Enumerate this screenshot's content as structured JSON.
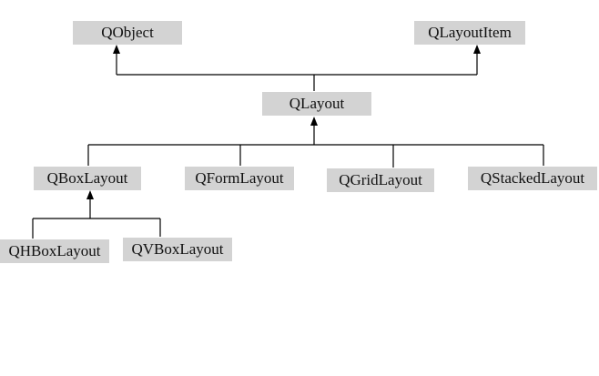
{
  "diagram": {
    "type": "class-hierarchy",
    "nodes": {
      "qobject": "QObject",
      "qlayoutitem": "QLayoutItem",
      "qlayout": "QLayout",
      "qboxlayout": "QBoxLayout",
      "qformlayout": "QFormLayout",
      "qgridlayout": "QGridLayout",
      "qstackedlayout": "QStackedLayout",
      "qhboxlayout": "QHBoxLayout",
      "qvboxlayout": "QVBoxLayout"
    },
    "edges": [
      {
        "from": "qlayout",
        "to": "qobject"
      },
      {
        "from": "qlayout",
        "to": "qlayoutitem"
      },
      {
        "from": "qboxlayout",
        "to": "qlayout"
      },
      {
        "from": "qformlayout",
        "to": "qlayout"
      },
      {
        "from": "qgridlayout",
        "to": "qlayout"
      },
      {
        "from": "qstackedlayout",
        "to": "qlayout"
      },
      {
        "from": "qhboxlayout",
        "to": "qboxlayout"
      },
      {
        "from": "qvboxlayout",
        "to": "qboxlayout"
      }
    ]
  }
}
